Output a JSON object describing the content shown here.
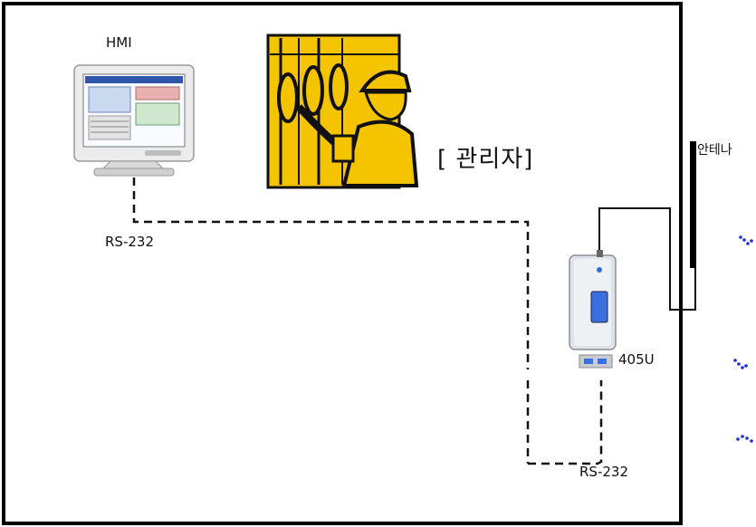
{
  "labels": {
    "hmi": "HMI",
    "manager": "[ 관리자]",
    "rs232_left": "RS-232",
    "rs232_bottom": "RS-232",
    "device": "405U",
    "antenna": "안테나"
  },
  "colors": {
    "frame": "#000000",
    "clipart_yellow": "#f5c400",
    "signal_dots": "#1a2fd6",
    "device_screen": "#3a6fe0"
  },
  "icons": [
    "hmi-monitor-icon",
    "worker-clipart-icon",
    "radio-modem-icon",
    "antenna-icon",
    "signal-dots-icon"
  ]
}
